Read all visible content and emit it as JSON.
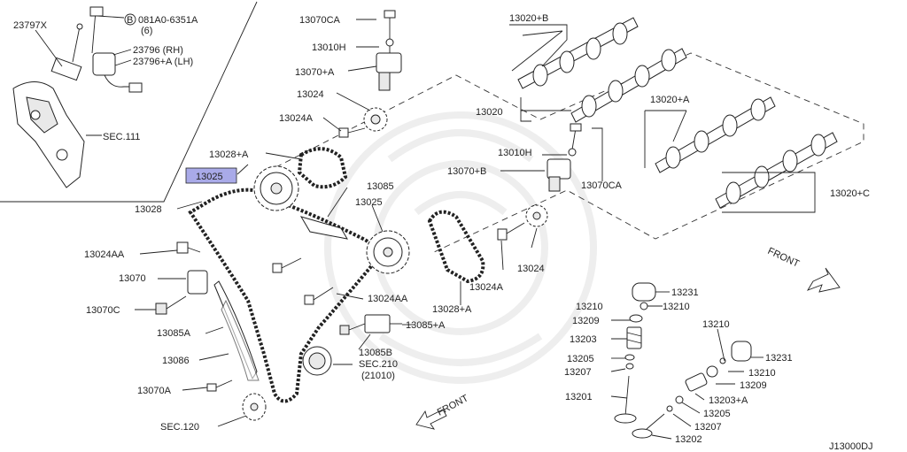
{
  "diagram": {
    "ref_code": "J13000DJ",
    "highlight_color": "#a9aae8",
    "labels": [
      {
        "id": "l-23797x",
        "text": "23797X"
      },
      {
        "id": "l-081a0",
        "text": "081A0-6351A"
      },
      {
        "id": "l-081a0-qty",
        "text": "(6)"
      },
      {
        "id": "l-23796",
        "text": "23796  (RH)"
      },
      {
        "id": "l-23796a",
        "text": "23796+A (LH)"
      },
      {
        "id": "l-sec111",
        "text": "SEC.111"
      },
      {
        "id": "l-13070ca-top",
        "text": "13070CA"
      },
      {
        "id": "l-13010h-top",
        "text": "13010H"
      },
      {
        "id": "l-13070a-top",
        "text": "13070+A"
      },
      {
        "id": "l-13024-top",
        "text": "13024"
      },
      {
        "id": "l-13024a-top",
        "text": "13024A"
      },
      {
        "id": "l-13028a-top",
        "text": "13028+A"
      },
      {
        "id": "l-13025-hl",
        "text": "13025"
      },
      {
        "id": "l-13028",
        "text": "13028"
      },
      {
        "id": "l-13085",
        "text": "13085"
      },
      {
        "id": "l-13025",
        "text": "13025"
      },
      {
        "id": "l-13024aa-l",
        "text": "13024AA"
      },
      {
        "id": "l-13070",
        "text": "13070"
      },
      {
        "id": "l-13070c",
        "text": "13070C"
      },
      {
        "id": "l-13085a",
        "text": "13085A"
      },
      {
        "id": "l-13086",
        "text": "13086"
      },
      {
        "id": "l-13070a-low",
        "text": "13070A"
      },
      {
        "id": "l-sec120",
        "text": "SEC.120"
      },
      {
        "id": "l-13024aa-r",
        "text": "13024AA"
      },
      {
        "id": "l-13085a-plus",
        "text": "13085+A"
      },
      {
        "id": "l-13085b",
        "text": "13085B"
      },
      {
        "id": "l-sec210",
        "text": "SEC.210"
      },
      {
        "id": "l-21010",
        "text": "(21010)"
      },
      {
        "id": "l-front-low",
        "text": "FRONT"
      },
      {
        "id": "l-13020b",
        "text": "13020+B"
      },
      {
        "id": "l-13020",
        "text": "13020"
      },
      {
        "id": "l-13010h-mid",
        "text": "13010H"
      },
      {
        "id": "l-13070b",
        "text": "13070+B"
      },
      {
        "id": "l-13070ca-mid",
        "text": "13070CA"
      },
      {
        "id": "l-13020a",
        "text": "13020+A"
      },
      {
        "id": "l-13020c",
        "text": "13020+C"
      },
      {
        "id": "l-13028a-mid",
        "text": "13028+A"
      },
      {
        "id": "l-13024-mid",
        "text": "13024"
      },
      {
        "id": "l-13024a-mid",
        "text": "13024A"
      },
      {
        "id": "l-front-right",
        "text": "FRONT"
      },
      {
        "id": "l-13231-l",
        "text": "13231"
      },
      {
        "id": "l-13210-l1",
        "text": "13210"
      },
      {
        "id": "l-13210-l2",
        "text": "13210"
      },
      {
        "id": "l-13209-l",
        "text": "13209"
      },
      {
        "id": "l-13203",
        "text": "13203"
      },
      {
        "id": "l-13205-l",
        "text": "13205"
      },
      {
        "id": "l-13207-l",
        "text": "13207"
      },
      {
        "id": "l-13201",
        "text": "13201"
      },
      {
        "id": "l-13210-r1",
        "text": "13210"
      },
      {
        "id": "l-13231-r",
        "text": "13231"
      },
      {
        "id": "l-13210-r2",
        "text": "13210"
      },
      {
        "id": "l-13209-r",
        "text": "13209"
      },
      {
        "id": "l-13203a",
        "text": "13203+A"
      },
      {
        "id": "l-13205-r",
        "text": "13205"
      },
      {
        "id": "l-13207-r",
        "text": "13207"
      },
      {
        "id": "l-13202",
        "text": "13202"
      }
    ]
  }
}
